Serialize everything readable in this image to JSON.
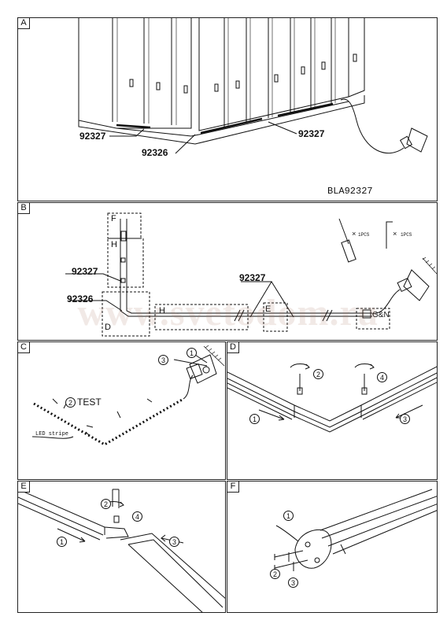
{
  "panels": {
    "a": {
      "tag": "A",
      "label_left": "92327",
      "label_mid": "92326",
      "label_right": "92327",
      "model": "BLA92327"
    },
    "b": {
      "tag": "B",
      "label_f": "F",
      "label_h_top": "H",
      "label_92327_left": "92327",
      "label_92326": "92326",
      "label_d": "D",
      "label_h_mid": "H",
      "label_92327_mid": "92327",
      "label_e": "E",
      "label_gn": "G&N",
      "qty_screwdriver": "1PCS",
      "qty_key": "1PCS",
      "times_1": "×",
      "times_2": "×"
    },
    "c": {
      "tag": "C",
      "step_test": "TEST",
      "led_label": "LED stripe",
      "n1": "1",
      "n2": "2",
      "n3": "3"
    },
    "d": {
      "tag": "D",
      "n1": "1",
      "n2": "2",
      "n3": "3",
      "n4": "4"
    },
    "e": {
      "tag": "E",
      "n1": "1",
      "n2": "2",
      "n3": "3",
      "n4": "4"
    },
    "f": {
      "tag": "F",
      "n1": "1",
      "n2": "2",
      "n3": "3"
    }
  },
  "watermark": "www.svetodom.ru"
}
